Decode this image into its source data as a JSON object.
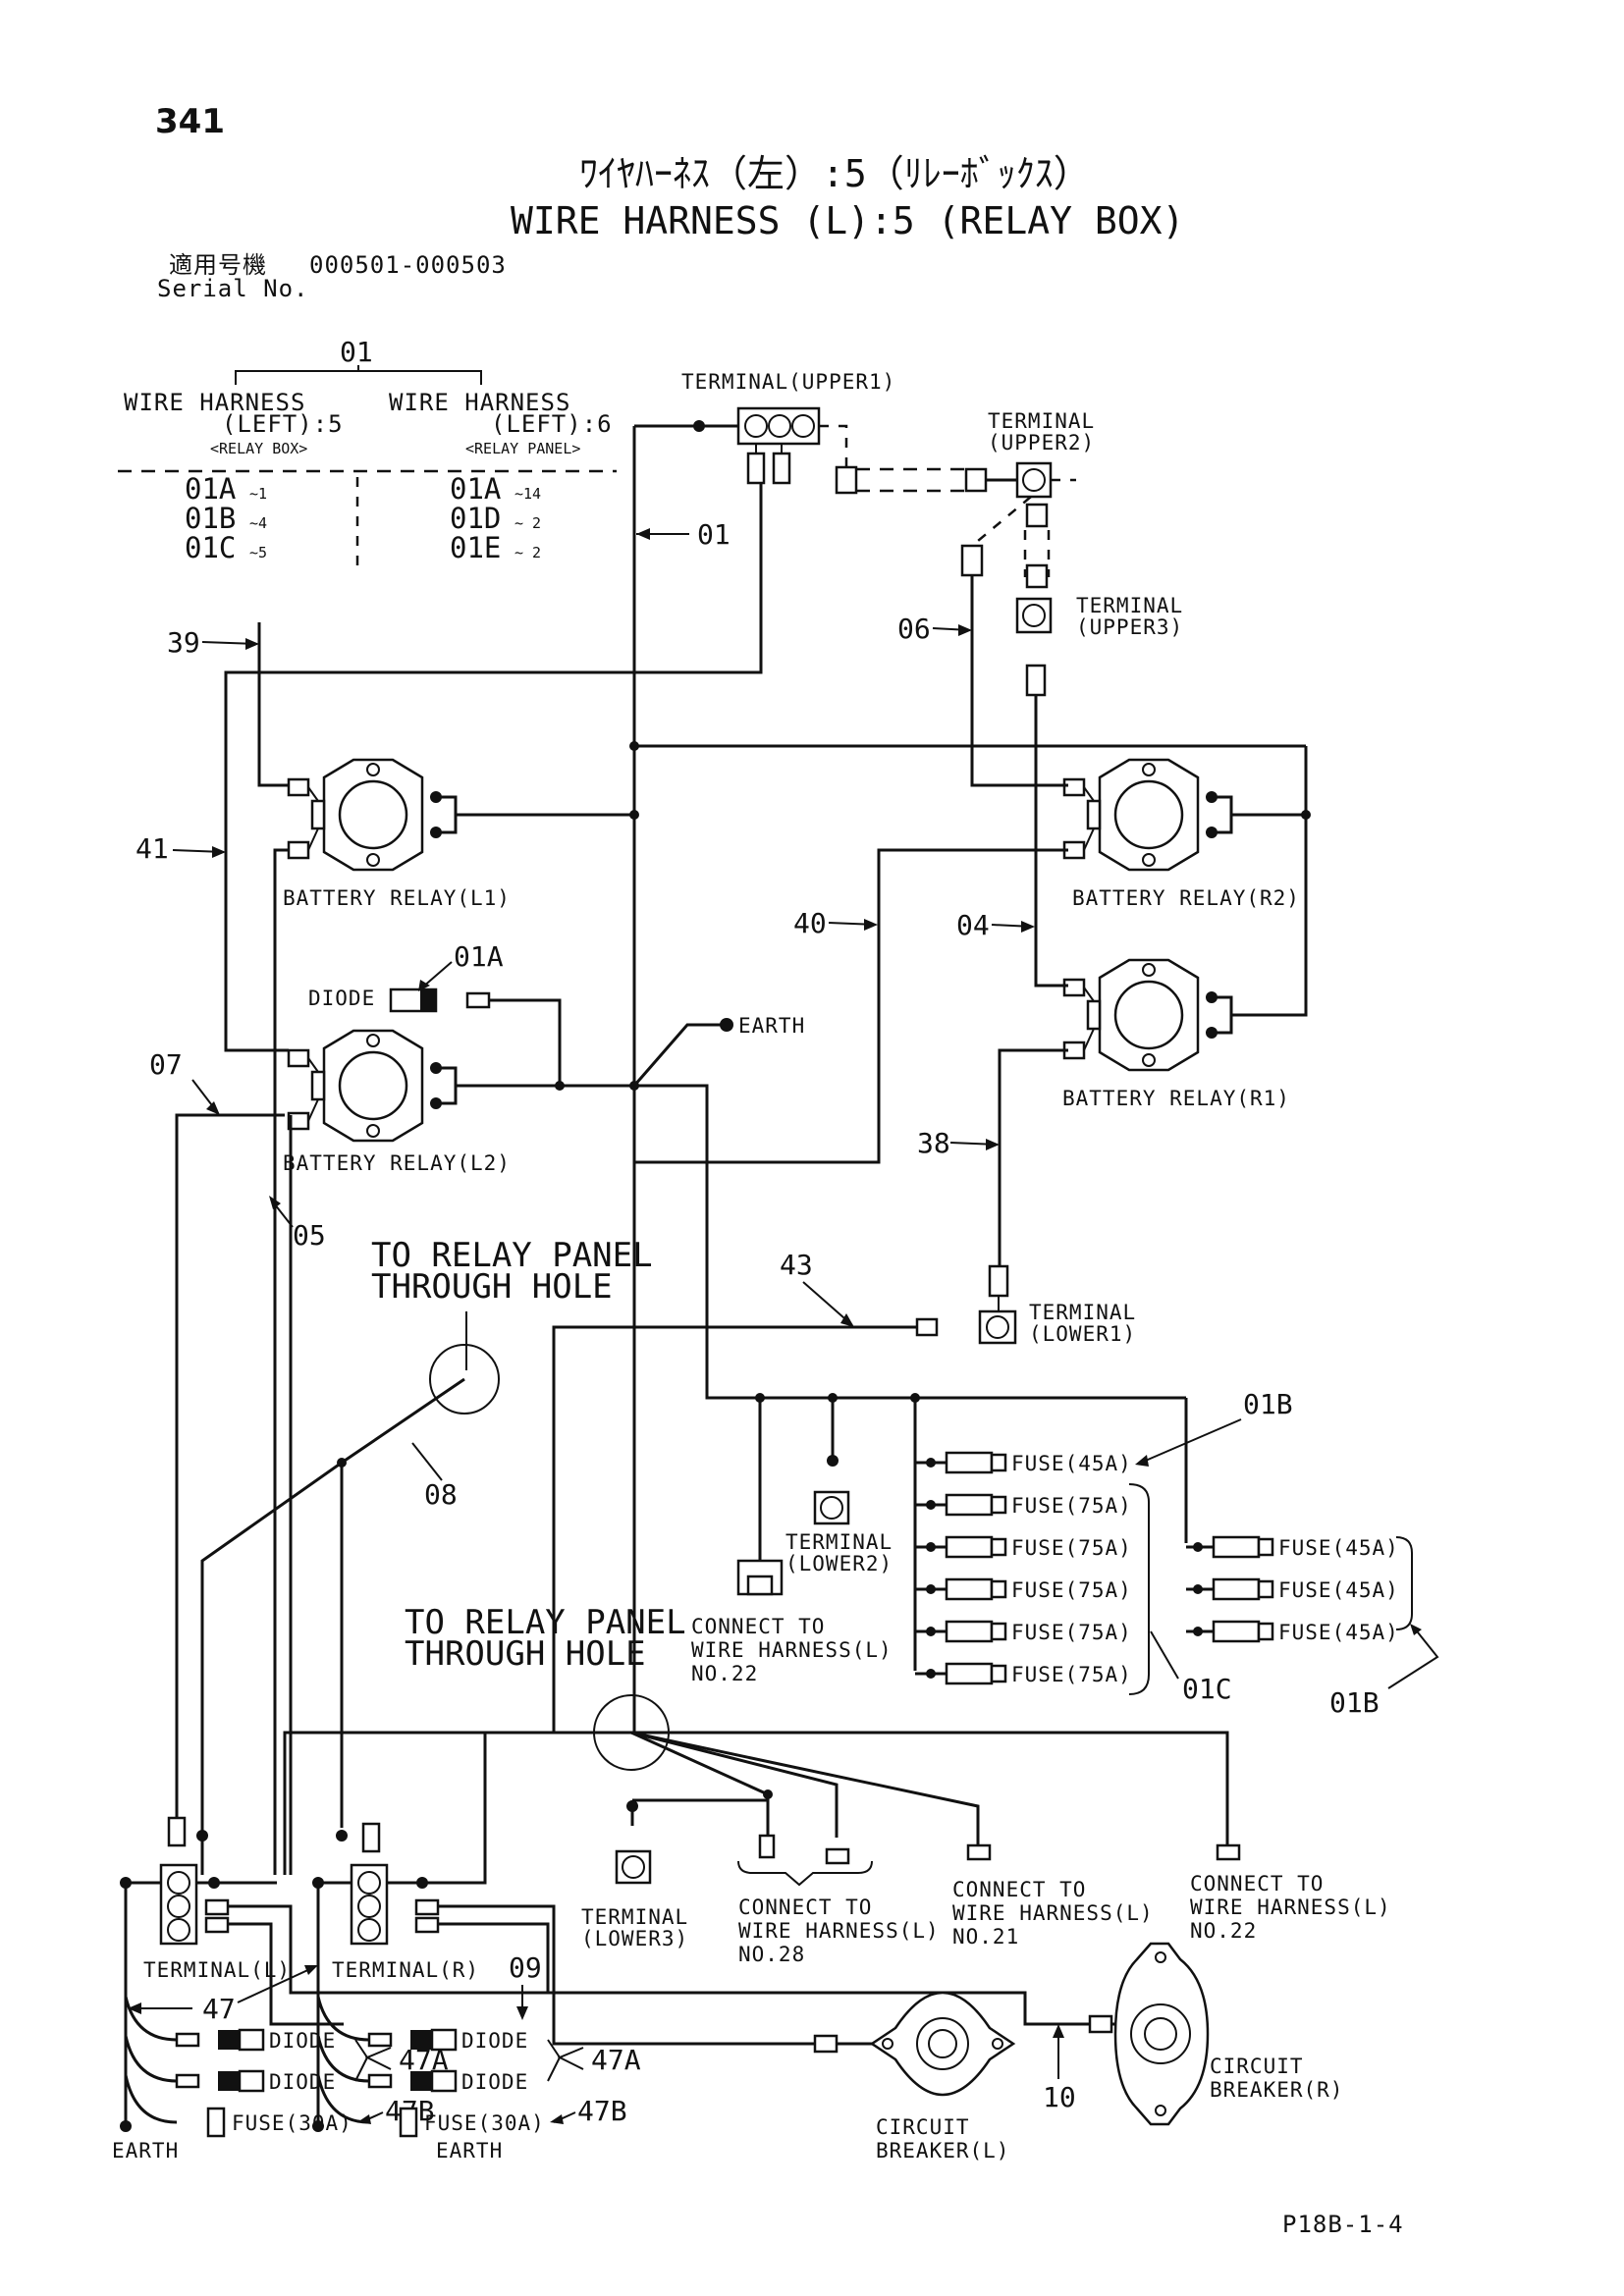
{
  "header": {
    "page_number": "341",
    "title_jp": "ﾜｲﾔﾊｰﾈｽ（左）:5（ﾘﾚｰﾎﾞｯｸｽ）",
    "title_en": "WIRE HARNESS (L):5 (RELAY BOX)",
    "serial_jp": "適用号機",
    "serial_range": "000501-000503",
    "serial_en": "Serial No."
  },
  "legend": {
    "group": "01",
    "left_title": "WIRE HARNESS",
    "left_sub": "(LEFT):5",
    "left_box": "<RELAY BOX>",
    "right_title": "WIRE HARNESS",
    "right_sub": "(LEFT):6",
    "right_box": "<RELAY PANEL>",
    "left_items": [
      {
        "code": "01A",
        "range": "~1"
      },
      {
        "code": "01B",
        "range": "~4"
      },
      {
        "code": "01C",
        "range": "~5"
      }
    ],
    "right_items": [
      {
        "code": "01A",
        "range": "~14"
      },
      {
        "code": "01D",
        "range": "~ 2"
      },
      {
        "code": "01E",
        "range": "~ 2"
      }
    ]
  },
  "components": {
    "terminal_upper1": "TERMINAL(UPPER1)",
    "terminal_upper2": [
      "TERMINAL",
      "(UPPER2)"
    ],
    "terminal_upper3": [
      "TERMINAL",
      "(UPPER3)"
    ],
    "terminal_lower1": [
      "TERMINAL",
      "(LOWER1)"
    ],
    "terminal_lower2": [
      "TERMINAL",
      "(LOWER2)"
    ],
    "terminal_lower3": [
      "TERMINAL",
      "(LOWER3)"
    ],
    "battery_relay_l1": "BATTERY RELAY(L1)",
    "battery_relay_l2": "BATTERY RELAY(L2)",
    "battery_relay_r1": "BATTERY RELAY(R1)",
    "battery_relay_r2": "BATTERY RELAY(R2)",
    "diode": "DIODE",
    "earth": "EARTH",
    "through_hole_1": [
      "TO RELAY PANEL",
      "THROUGH HOLE"
    ],
    "through_hole_2": [
      "TO RELAY PANEL",
      "THROUGH HOLE"
    ],
    "connect_no22_a": [
      "CONNECT TO",
      "WIRE HARNESS(L)",
      "NO.22"
    ],
    "connect_no28": [
      "CONNECT TO",
      "WIRE HARNESS(L)",
      "NO.28"
    ],
    "connect_no21": [
      "CONNECT TO",
      "WIRE HARNESS(L)",
      "NO.21"
    ],
    "connect_no22_b": [
      "CONNECT TO",
      "WIRE HARNESS(L)",
      "NO.22"
    ],
    "terminal_l": "TERMINAL(L)",
    "terminal_r": "TERMINAL(R)",
    "circuit_breaker_l": [
      "CIRCUIT",
      "BREAKER(L)"
    ],
    "circuit_breaker_r": [
      "CIRCUIT",
      "BREAKER(R)"
    ],
    "fuse_col1": [
      "FUSE(45A)",
      "FUSE(75A)",
      "FUSE(75A)",
      "FUSE(75A)",
      "FUSE(75A)",
      "FUSE(75A)"
    ],
    "fuse_col2": [
      "FUSE(45A)",
      "FUSE(45A)",
      "FUSE(45A)"
    ],
    "fuse_30a": "FUSE(30A)"
  },
  "callouts": {
    "n01": "01",
    "n01a": "01A",
    "n01b_top": "01B",
    "n01b_bottom": "01B",
    "n01c": "01C",
    "n04": "04",
    "n05": "05",
    "n06": "06",
    "n07": "07",
    "n08": "08",
    "n09": "09",
    "n10": "10",
    "n38": "38",
    "n39": "39",
    "n40": "40",
    "n41": "41",
    "n43": "43",
    "n47": "47",
    "n47a": "47A",
    "n47b": "47B"
  },
  "footer": {
    "page_code": "P18B-1-4"
  }
}
